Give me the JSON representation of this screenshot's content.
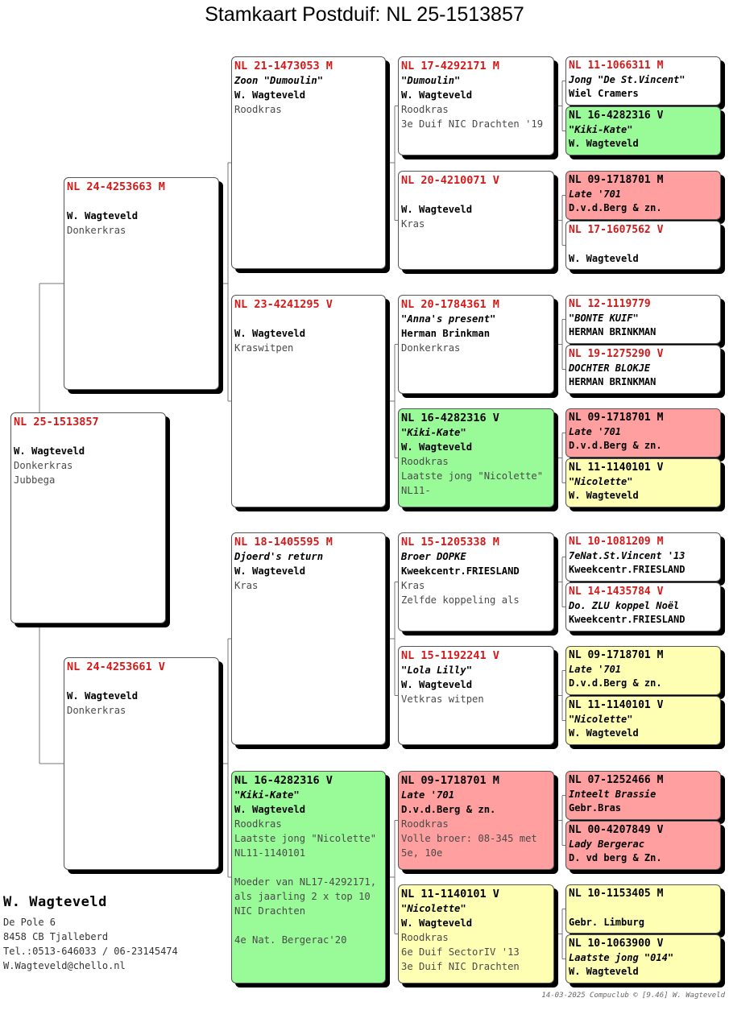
{
  "title": "Stamkaart Postduif: NL  25-1513857",
  "pigeons": {
    "p": {
      "ring": "NL  25-1513857",
      "nick": "",
      "owner": "W. Wagteveld",
      "info": [
        "Donkerkras",
        "Jubbega"
      ],
      "color": "white"
    },
    "f": {
      "ring": "NL  24-4253663 M",
      "nick": "",
      "owner": "W. Wagteveld",
      "info": [
        "Donkerkras"
      ],
      "color": "white"
    },
    "m": {
      "ring": "NL  24-4253661 V",
      "nick": "",
      "owner": "W. Wagteveld",
      "info": [
        "Donkerkras"
      ],
      "color": "white"
    },
    "ff": {
      "ring": "NL  21-1473053 M",
      "nick": "Zoon \"Dumoulin\"",
      "owner": "W. Wagteveld",
      "info": [
        "Roodkras"
      ],
      "color": "white"
    },
    "fm": {
      "ring": "NL  23-4241295 V",
      "nick": "",
      "owner": "W. Wagteveld",
      "info": [
        "Kraswitpen"
      ],
      "color": "white"
    },
    "mf": {
      "ring": "NL  18-1405595 M",
      "nick": "Djoerd's return",
      "owner": "W. Wagteveld",
      "info": [
        "Kras"
      ],
      "color": "white"
    },
    "mm": {
      "ring": "NL  16-4282316 V",
      "nick": "\"Kiki-Kate\"",
      "owner": "W. Wagteveld",
      "info": [
        "Roodkras",
        "Laatste jong \"Nicolette\" NL11-1140101",
        "",
        "Moeder van NL17-4292171, als jaarling 2 x top 10 NIC Drachten",
        "",
        "4e Nat. Bergerac'20"
      ],
      "color": "green"
    },
    "fff": {
      "ring": "NL  17-4292171 M",
      "nick": "\"Dumoulin\"",
      "owner": "W. Wagteveld",
      "info": [
        "Roodkras",
        "3e Duif NIC Drachten '19"
      ],
      "color": "white"
    },
    "ffm": {
      "ring": "NL  20-4210071 V",
      "nick": "",
      "owner": "W. Wagteveld",
      "info": [
        "Kras"
      ],
      "color": "white"
    },
    "fmf": {
      "ring": "NL  20-1784361 M",
      "nick": "\"Anna's present\"",
      "owner": "Herman Brinkman",
      "info": [
        "Donkerkras"
      ],
      "color": "white"
    },
    "fmm": {
      "ring": "NL  16-4282316 V",
      "nick": "\"Kiki-Kate\"",
      "owner": "W. Wagteveld",
      "info": [
        "Roodkras",
        "Laatste jong \"Nicolette\" NL11-"
      ],
      "color": "green"
    },
    "mff": {
      "ring": "NL  15-1205338 M",
      "nick": "Broer DOPKE",
      "owner": "Kweekcentr.FRIESLAND",
      "info": [
        "Kras",
        "Zelfde koppeling als"
      ],
      "color": "white"
    },
    "mfm": {
      "ring": "NL  15-1192241 V",
      "nick": "\"Lola Lilly\"",
      "owner": "W. Wagteveld",
      "info": [
        "Vetkras witpen"
      ],
      "color": "white"
    },
    "mmf": {
      "ring": "NL  09-1718701 M",
      "nick": "Late '701",
      "owner": "D.v.d.Berg & zn.",
      "info": [
        "Roodkras",
        "Volle broer: 08-345 met 5e, 10e"
      ],
      "color": "pink"
    },
    "mmm": {
      "ring": "NL  11-1140101 V",
      "nick": "\"Nicolette\"",
      "owner": "W. Wagteveld",
      "info": [
        "Roodkras",
        "6e Duif SectorIV '13",
        "3e Duif NIC Drachten"
      ],
      "color": "yellow"
    },
    "g01": {
      "ring": "NL  11-1066311 M",
      "nick": "Jong \"De St.Vincent\"",
      "owner": "Wiel Cramers",
      "color": "white"
    },
    "g02": {
      "ring": "NL  16-4282316 V",
      "nick": "\"Kiki-Kate\"",
      "owner": "W. Wagteveld",
      "color": "green"
    },
    "g03": {
      "ring": "NL  09-1718701 M",
      "nick": "Late '701",
      "owner": "D.v.d.Berg & zn.",
      "color": "pink"
    },
    "g04": {
      "ring": "NL  17-1607562 V",
      "nick": "",
      "owner": "W. Wagteveld",
      "color": "white"
    },
    "g05": {
      "ring": "NL  12-1119779",
      "nick": "\"BONTE KUIF\"",
      "owner": "HERMAN BRINKMAN",
      "color": "white"
    },
    "g06": {
      "ring": "NL  19-1275290 V",
      "nick": "DOCHTER BLOKJE",
      "owner": "HERMAN BRINKMAN",
      "color": "white"
    },
    "g07": {
      "ring": "NL  09-1718701 M",
      "nick": "Late '701",
      "owner": "D.v.d.Berg & zn.",
      "color": "pink"
    },
    "g08": {
      "ring": "NL  11-1140101 V",
      "nick": "\"Nicolette\"",
      "owner": "W. Wagteveld",
      "color": "yellow"
    },
    "g09": {
      "ring": "NL  10-1081209 M",
      "nick": "7eNat.St.Vincent '13",
      "owner": "Kweekcentr.FRIESLAND",
      "color": "white"
    },
    "g10": {
      "ring": "NL  14-1435784 V",
      "nick": "Do. ZLU koppel Noël",
      "owner": "Kweekcentr.FRIESLAND",
      "color": "white"
    },
    "g11": {
      "ring": "NL  09-1718701 M",
      "nick": "Late '701",
      "owner": "D.v.d.Berg & zn.",
      "color": "yellow"
    },
    "g12": {
      "ring": "NL  11-1140101 V",
      "nick": "\"Nicolette\"",
      "owner": "W. Wagteveld",
      "color": "yellow"
    },
    "g13": {
      "ring": "NL  07-1252466 M",
      "nick": "Inteelt Brassie",
      "owner": "Gebr.Bras",
      "color": "pink"
    },
    "g14": {
      "ring": "NL  00-4207849 V",
      "nick": "Lady Bergerac",
      "owner": "D. vd berg & Zn.",
      "color": "pink"
    },
    "g15": {
      "ring": "NL  10-1153405 M",
      "nick": "",
      "owner": "Gebr. Limburg",
      "color": "yellow"
    },
    "g16": {
      "ring": "NL  10-1063900 V",
      "nick": "Laatste jong \"014\"",
      "owner": "W. Wagteveld",
      "color": "yellow"
    }
  },
  "owner_block": {
    "name": "W. Wagteveld",
    "address": "De Pole 6",
    "city": "8458 CB  Tjalleberd",
    "phone": "Tel.:0513-646033 / 06-23145474",
    "email": "W.Wagteveld@chello.nl"
  },
  "footer": "14-03-2025    Compuclub © [9.46]  W. Wagteveld"
}
